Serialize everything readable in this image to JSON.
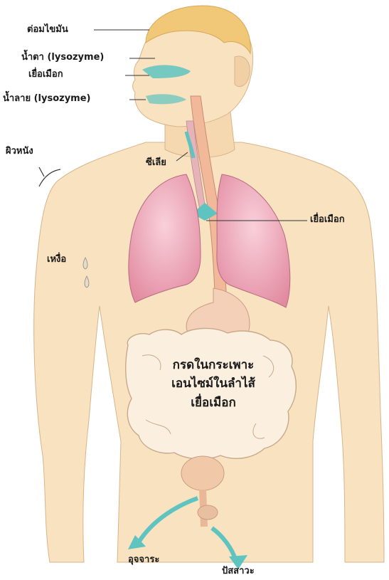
{
  "labels": {
    "sebaceous_gland": "ต่อมไขมัน",
    "tears": "น้ำตา (lysozyme)",
    "mucus_nose": "เยื่อเมือก",
    "saliva": "น้ำลาย (lysozyme)",
    "skin": "ผิวหนัง",
    "cilia": "ซีเลีย",
    "mucus_airway": "เยื่อเมือก",
    "sweat": "เหงื่อ",
    "gut_line1": "กรดในกระเพาะ",
    "gut_line2": "เอนไซม์ในลำไส้",
    "gut_line3": "เยื่อเมือก",
    "feces": "อุจจาระ",
    "urine": "ปัสสาวะ"
  },
  "colors": {
    "skin": "#f8e2c0",
    "skin_shade": "#efcfa2",
    "hair": "#f0c878",
    "lung": "#f2b6c4",
    "lung_shade": "#e48aa2",
    "intestine": "#fbf0e0",
    "accent": "#5fc4c0",
    "line": "#333333"
  }
}
